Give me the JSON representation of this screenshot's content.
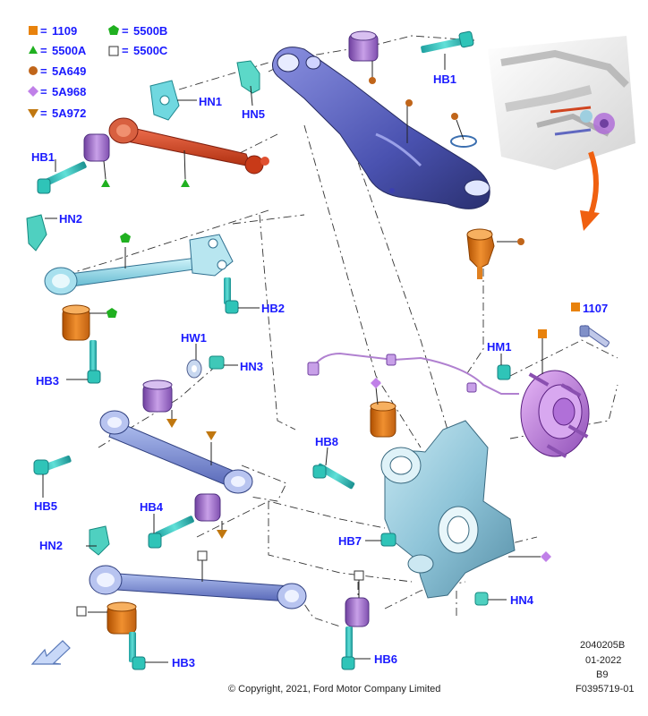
{
  "legend": {
    "items": [
      {
        "symbol": "square-orange",
        "code": "1109",
        "color": "#e8820c"
      },
      {
        "symbol": "triangle-green",
        "code": "5500A",
        "color": "#20b020"
      },
      {
        "symbol": "circle-brown",
        "code": "5A649",
        "color": "#c0651a"
      },
      {
        "symbol": "diamond-purple",
        "code": "5A968",
        "color": "#c080e8"
      },
      {
        "symbol": "triangle-down-brown",
        "code": "5A972",
        "color": "#c0770f"
      },
      {
        "symbol": "pentagon-green",
        "code": "5500B",
        "color": "#20b020"
      },
      {
        "symbol": "square-white",
        "code": "5500C",
        "color": "#ffffff"
      }
    ],
    "separator": "="
  },
  "labels": {
    "hb1_top": "HB1",
    "hn5": "HN5",
    "hn1": "HN1",
    "hb1_left": "HB1",
    "hn2_top": "HN2",
    "hb2": "HB2",
    "hb3_top": "HB3",
    "hw1": "HW1",
    "hn3": "HN3",
    "hm1": "HM1",
    "part_1107": "1107",
    "hb5": "HB5",
    "hb8": "HB8",
    "hb4": "HB4",
    "hn2_bottom": "HN2",
    "hb7": "HB7",
    "hn4": "HN4",
    "hb3_bottom": "HB3",
    "hb6": "HB6"
  },
  "footer": {
    "copyright": "© Copyright, 2021, Ford Motor Company Limited",
    "ref1": "2040205B",
    "ref2": "01-2022",
    "ref3": "B9",
    "ref4": "F0395719-01"
  },
  "colors": {
    "label_blue": "#1a1aff",
    "cyan_part": "#5cc8d8",
    "teal_bolt": "#2fc4b8",
    "knuckle": "#9ecfe0",
    "knuckle_link": "#7ab0d0",
    "control_arm": "#6068c0",
    "link_blue": "#8090d8",
    "red_link": "#d04520",
    "orange_bush": "#e87a10",
    "purple_bush": "#a070c8",
    "hub": "#b070d8",
    "arrow_orange": "#f06010"
  },
  "icons": {
    "direction_arrow": "front-direction-arrow-icon",
    "inset_vehicle": "vehicle-inset-icon"
  }
}
